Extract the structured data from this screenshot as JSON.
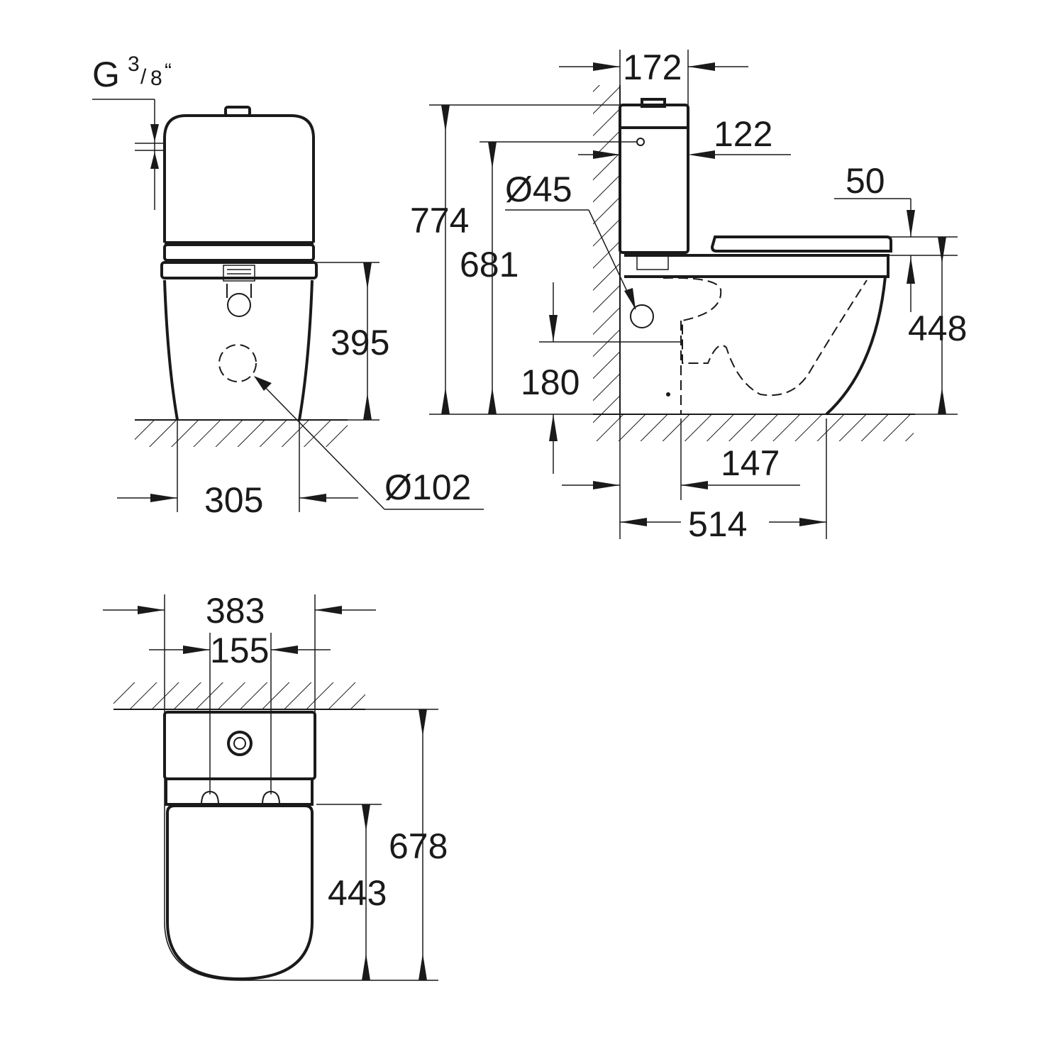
{
  "dimensions": {
    "connection_g": "G",
    "connection_sup": "3",
    "connection_slash": "/",
    "connection_sub": "8",
    "connection_quote": "“",
    "d172": "172",
    "d122": "122",
    "d45": "Ø45",
    "d50": "50",
    "d774": "774",
    "d681": "681",
    "d448": "448",
    "d395": "395",
    "d180": "180",
    "d147": "147",
    "d514": "514",
    "d305": "305",
    "d102": "Ø102",
    "d383": "383",
    "d155": "155",
    "d678": "678",
    "d443": "443"
  },
  "colors": {
    "line": "#1a1a1a",
    "background": "#ffffff"
  }
}
